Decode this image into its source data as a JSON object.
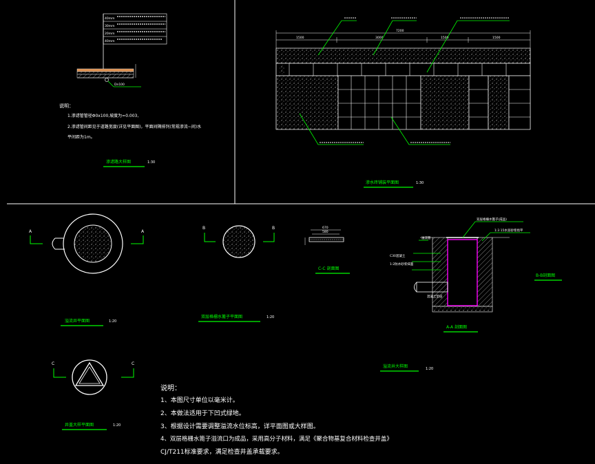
{
  "colors": {
    "background": "#000000",
    "line": "#ffffff",
    "leader": "#00ff00",
    "title": "#00ff00",
    "title_underline": "#00ff00",
    "detail": "#ff00ff",
    "dim": "#c0c0c0"
  },
  "top_left": {
    "layer_notes": [
      "40mm",
      "30mm",
      "20mm",
      "40mm"
    ],
    "slope_note": "Dn100",
    "notes_heading": "说明：",
    "notes": [
      "1.渗滤管管径Φ0x100,坡度为=0.003,",
      "2.渗滤管间距见于道路宽度(详见平面图)，平面间隔排列(常规渗流~间)水",
      "平间距为1m。"
    ],
    "title": "渗滤路大样图",
    "scale": "1:30"
  },
  "top_right": {
    "dims": [
      "1500",
      "3000",
      "7200",
      "1500",
      "1500"
    ],
    "title": "渗水砖铺装平面图",
    "scale": "1:30"
  },
  "bottom": {
    "plan1": {
      "marker": "A",
      "title": "溢流井平面图",
      "scale": "1:20"
    },
    "plan2": {
      "marker": "B",
      "title": "双层格栅水篦子平面图",
      "scale": "1:20"
    },
    "section_cc": {
      "dims": [
        "670",
        "580"
      ],
      "title": "C-C 剖面图"
    },
    "section_aa": {
      "label_top": "双层格栅水篦子(成品)",
      "label_mortar": "1:3  15水泥砂浆找平",
      "label_left": [
        "C30混凝土",
        "1:2防水砂浆抹面"
      ],
      "label_pipe": "溢流管",
      "label_base": "混凝土垫层",
      "title": "A-A 剖面图"
    },
    "section_bb": {
      "title": "B-B剖面图"
    },
    "well_title": {
      "title": "溢流井大样图",
      "scale": "1:20"
    },
    "plan3": {
      "marker": "C",
      "title": "井盖大样平面图",
      "scale": "1:20"
    }
  },
  "notes": {
    "heading": "说明：",
    "lines": [
      "1、本图尺寸单位以毫米计。",
      "2、本做法适用于下凹式绿地。",
      "3、根据设计需要调整溢流水位标高，详平面图或大样图。",
      "4、双层格栅水篦子溢流口为成品，采用高分子材料，满足《聚合物基复合材料检查井盖》",
      "CJ/T211标准要求，满足检查井盖承载要求。"
    ]
  }
}
